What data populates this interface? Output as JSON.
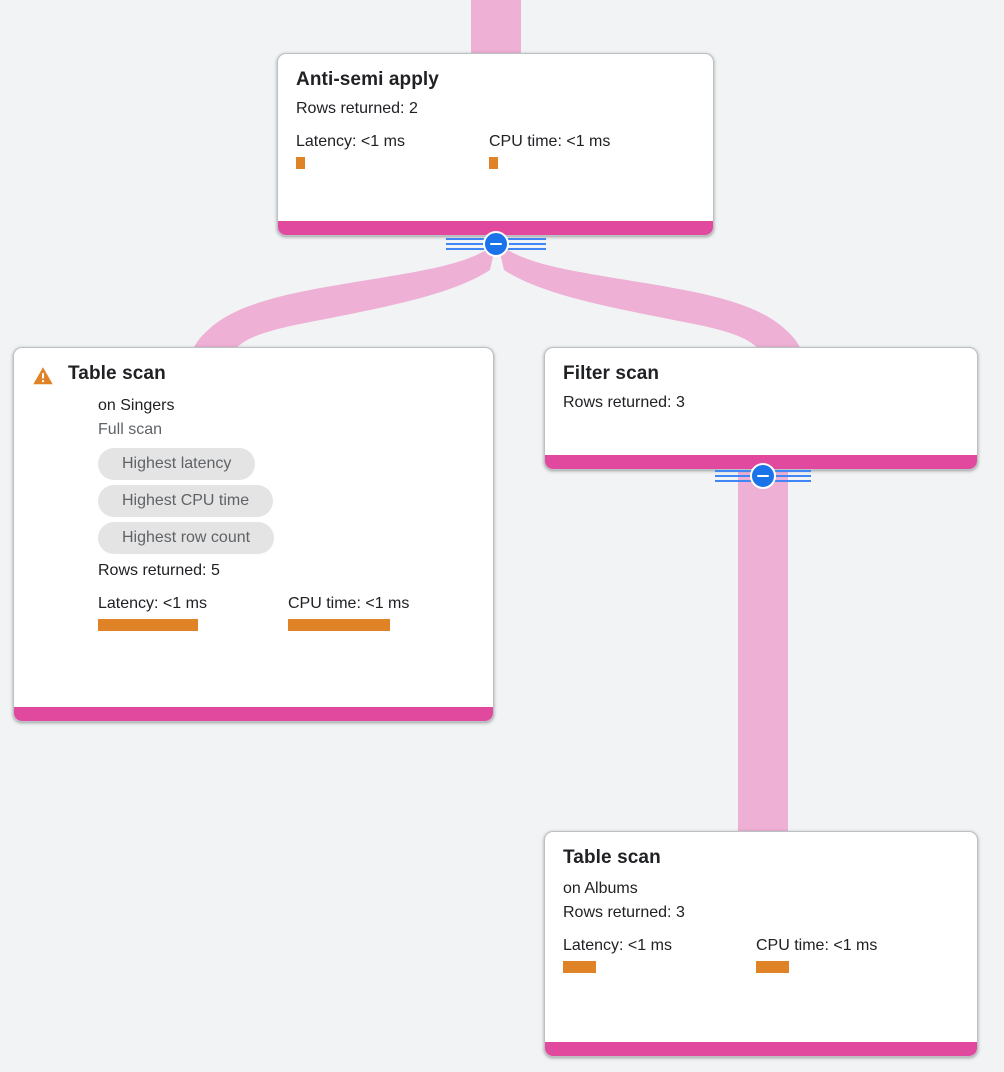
{
  "canvas": {
    "background_color": "#f1f3f4",
    "edge_color": "#eeb0d4",
    "node_footer_color": "#e0499e",
    "metric_bar_color": "#e08326",
    "toggle_color": "#1a73e8",
    "chip_bg_color": "#e4e4e4"
  },
  "labels": {
    "rows_returned_prefix": "Rows returned: ",
    "latency_prefix": "Latency: ",
    "cpu_prefix": "CPU time: ",
    "collapse_icon": "minus-icon"
  },
  "nodes": [
    {
      "id": "anti-semi-apply",
      "title": "Anti-semi apply",
      "subtitle": null,
      "scan_type": null,
      "warning": false,
      "warning_icon": null,
      "chips": [],
      "rows_returned": "Rows returned: 2",
      "latency_label": "Latency: <1 ms",
      "cpu_label": "CPU time: <1 ms",
      "latency_bar_width": 9,
      "cpu_bar_width": 9,
      "has_metrics": true
    },
    {
      "id": "table-scan-singers",
      "title": "Table scan",
      "subtitle": "on Singers",
      "scan_type": "Full scan",
      "warning": true,
      "warning_icon": "warning-triangle-icon",
      "chips": [
        "Highest latency",
        "Highest CPU time",
        "Highest row count"
      ],
      "rows_returned": "Rows returned: 5",
      "latency_label": "Latency: <1 ms",
      "cpu_label": "CPU time: <1 ms",
      "latency_bar_width": 100,
      "cpu_bar_width": 102,
      "has_metrics": true
    },
    {
      "id": "filter-scan",
      "title": "Filter scan",
      "subtitle": null,
      "scan_type": null,
      "warning": false,
      "warning_icon": null,
      "chips": [],
      "rows_returned": "Rows returned: 3",
      "latency_label": null,
      "cpu_label": null,
      "latency_bar_width": 0,
      "cpu_bar_width": 0,
      "has_metrics": false
    },
    {
      "id": "table-scan-albums",
      "title": "Table scan",
      "subtitle": "on Albums",
      "scan_type": null,
      "warning": false,
      "warning_icon": null,
      "chips": [],
      "rows_returned": "Rows returned: 3",
      "latency_label": "Latency: <1 ms",
      "cpu_label": "CPU time: <1 ms",
      "latency_bar_width": 33,
      "cpu_bar_width": 33,
      "has_metrics": true
    }
  ],
  "toggles": [
    {
      "id": "collapse-anti-semi-apply",
      "state": "expanded",
      "glyph": "minus"
    },
    {
      "id": "collapse-filter-scan",
      "state": "expanded",
      "glyph": "minus"
    }
  ]
}
